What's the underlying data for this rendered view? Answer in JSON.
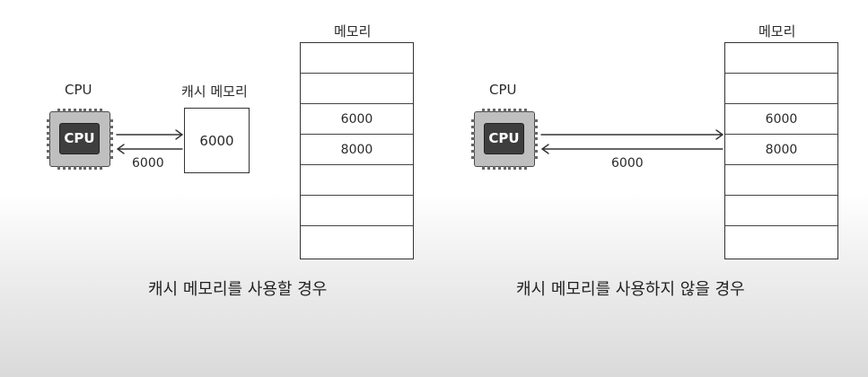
{
  "left_panel": {
    "cpu_label": "CPU",
    "chip_text": "CPU",
    "cache_label": "캐시 메모리",
    "cache_value": "6000",
    "memory_label": "메모리",
    "memory_cells": [
      "",
      "",
      "6000",
      "8000",
      "",
      "",
      ""
    ],
    "return_arrow_label": "6000",
    "caption": "캐시 메모리를 사용할 경우"
  },
  "right_panel": {
    "cpu_label": "CPU",
    "chip_text": "CPU",
    "memory_label": "메모리",
    "memory_cells": [
      "",
      "",
      "6000",
      "8000",
      "",
      "",
      ""
    ],
    "return_arrow_label": "6000",
    "caption": "캐시 메모리를 사용하지 않을 경우"
  }
}
